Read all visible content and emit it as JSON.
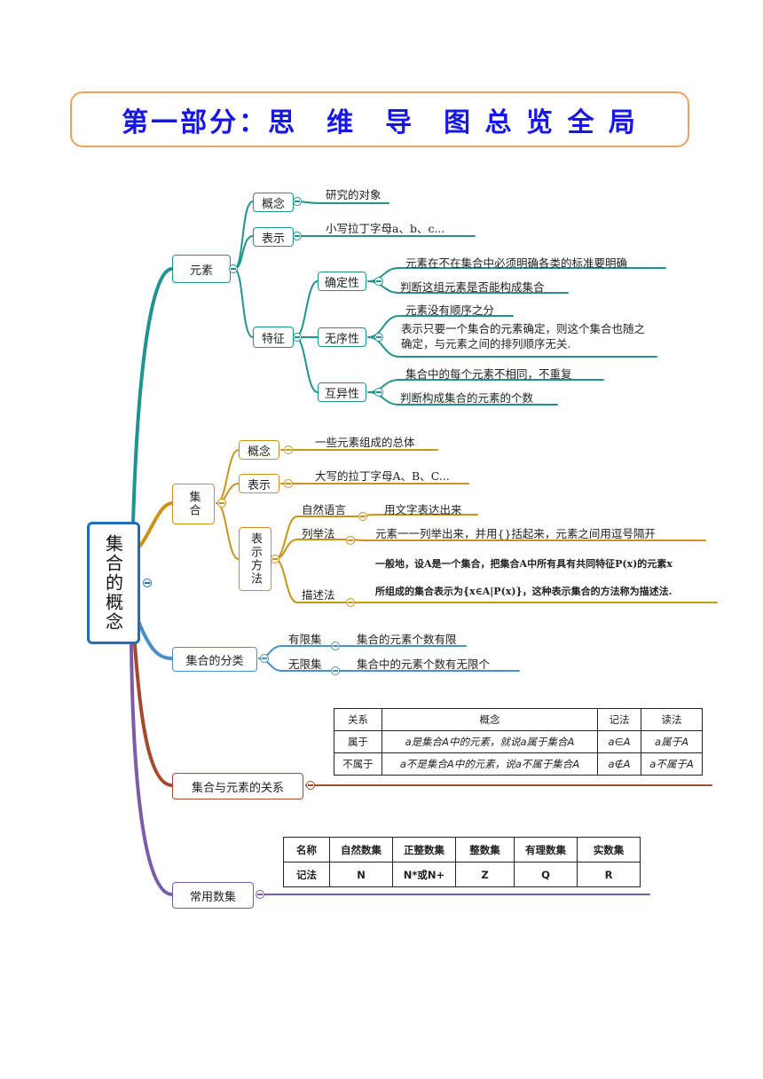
{
  "title": "第一部分：思　维　导　图 总 览 全 局",
  "root": "集合的概念",
  "elements": {
    "label": "元素",
    "concept": "概念",
    "concept_text": "研究的对象",
    "notation": "表示",
    "notation_text": "小写拉丁字母a、b、c...",
    "feature": "特征",
    "definite": "确定性",
    "definite_lines": [
      "元素在不在集合中必须明确各类的标准要明确",
      "判断这组元素是否能构成集合"
    ],
    "unordered": "无序性",
    "unordered_lines": [
      "元素没有顺序之分",
      "表示只要一个集合的元素确定，则这个集合也随之确定，与元素之间的排列顺序无关."
    ],
    "distinct": "互异性",
    "distinct_lines": [
      "集合中的每个元素不相同，不重复",
      "判断构成集合的元素的个数"
    ]
  },
  "set": {
    "label": "集合",
    "concept": "概念",
    "concept_text": "一些元素组成的总体",
    "notation": "表示",
    "notation_text": "大写的拉丁字母A、B、C...",
    "methods": "表示方法",
    "natural": "自然语言",
    "natural_text": "用文字表达出来",
    "listing": "列举法",
    "listing_text": "元素一一列举出来，并用{}括起来，元素之间用逗号隔开",
    "describe": "描述法",
    "describe_lines": [
      "一般地，设A是一个集合，把集合A中所有具有共同特征P(x)的元素x",
      "所组成的集合表示为{x∈A|P(x)}，这种表示集合的方法称为描述法."
    ]
  },
  "classify": {
    "label": "集合的分类",
    "finite": "有限集",
    "finite_text": "集合的元素个数有限",
    "infinite": "无限集",
    "infinite_text": "集合中的元素个数有无限个"
  },
  "relation": {
    "label": "集合与元素的关系",
    "headers": [
      "关系",
      "概念",
      "记法",
      "读法"
    ],
    "rows": [
      [
        "属于",
        "a是集合A中的元素，就说a属于集合A",
        "a∈A",
        "a属于A"
      ],
      [
        "不属于",
        "a不是集合A中的元素，说a不属于集合A",
        "a∉A",
        "a不属于A"
      ]
    ]
  },
  "numbers": {
    "label": "常用数集",
    "row1": [
      "名称",
      "自然数集",
      "正整数集",
      "整数集",
      "有理数集",
      "实数集"
    ],
    "row2": [
      "记法",
      "N",
      "N*或N+",
      "Z",
      "Q",
      "R"
    ]
  },
  "colors": {
    "title": "#1616e6",
    "title_border": "#f0a05a",
    "root_border": "#1f6fb8",
    "elements": "#1e9390",
    "set": "#c8941a",
    "classify": "#4a8fc7",
    "relation": "#a5492e",
    "numbers": "#7a5ca8"
  }
}
